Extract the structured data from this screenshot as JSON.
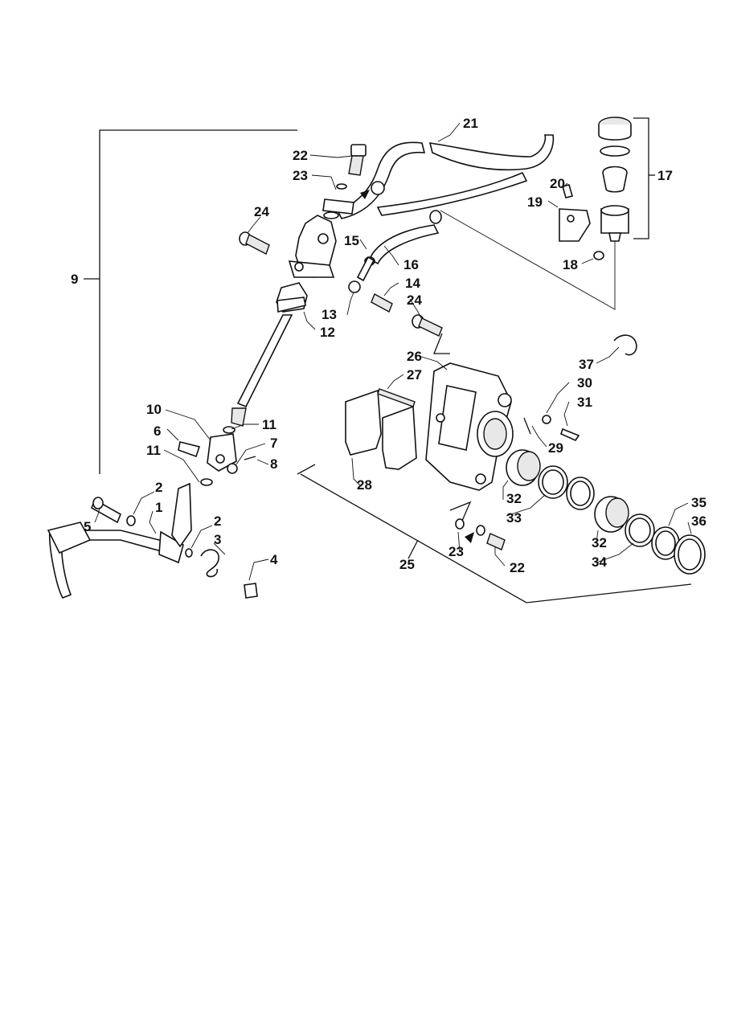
{
  "diagram": {
    "callouts": {
      "c1": "1",
      "c2a": "2",
      "c2b": "2",
      "c3": "3",
      "c4": "4",
      "c5": "5",
      "c6": "6",
      "c7": "7",
      "c8": "8",
      "c9": "9",
      "c10": "10",
      "c11a": "11",
      "c11b": "11",
      "c12": "12",
      "c13": "13",
      "c14": "14",
      "c15": "15",
      "c16": "16",
      "c17": "17",
      "c18": "18",
      "c19": "19",
      "c20": "20",
      "c21": "21",
      "c22a": "22",
      "c22b": "22",
      "c23a": "23",
      "c23b": "23",
      "c24a": "24",
      "c24b": "24",
      "c25": "25",
      "c26": "26",
      "c27": "27",
      "c28": "28",
      "c29": "29",
      "c30": "30",
      "c31": "31",
      "c32a": "32",
      "c32b": "32",
      "c33": "33",
      "c34": "34",
      "c35": "35",
      "c36": "36",
      "c37": "37"
    }
  }
}
